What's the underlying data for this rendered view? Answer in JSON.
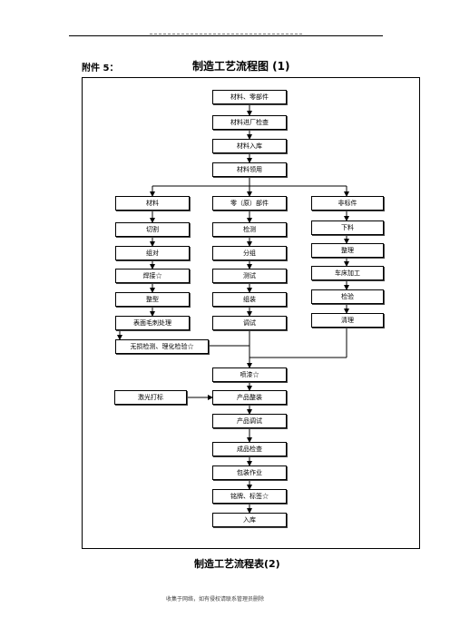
{
  "header": {
    "attachment_label": "附件 5：",
    "title": "制造工艺流程图 (1)"
  },
  "flow": {
    "start": [
      "材料、零部件",
      "材料进厂检查",
      "材料入库",
      "材料领用"
    ],
    "col_material": [
      "材料",
      "切割",
      "组对",
      "焊接☆",
      "整型",
      "表面毛刺处理",
      "无损检测、理化检验☆"
    ],
    "col_parts": [
      "零（原）部件",
      "检测",
      "分组",
      "测试",
      "组装",
      "调试"
    ],
    "col_nonstd": [
      "非标件",
      "下料",
      "整理",
      "车床加工",
      "检验",
      "清理"
    ],
    "end": [
      "喷漆☆",
      "产品整装",
      "产品调试",
      "成品检查",
      "包装作业",
      "铭牌、标签☆",
      "入库"
    ],
    "laser": "激光打标"
  },
  "caption": "制造工艺流程表(2)",
  "footer": "收集于网络，如有侵权请联系管理员删除"
}
